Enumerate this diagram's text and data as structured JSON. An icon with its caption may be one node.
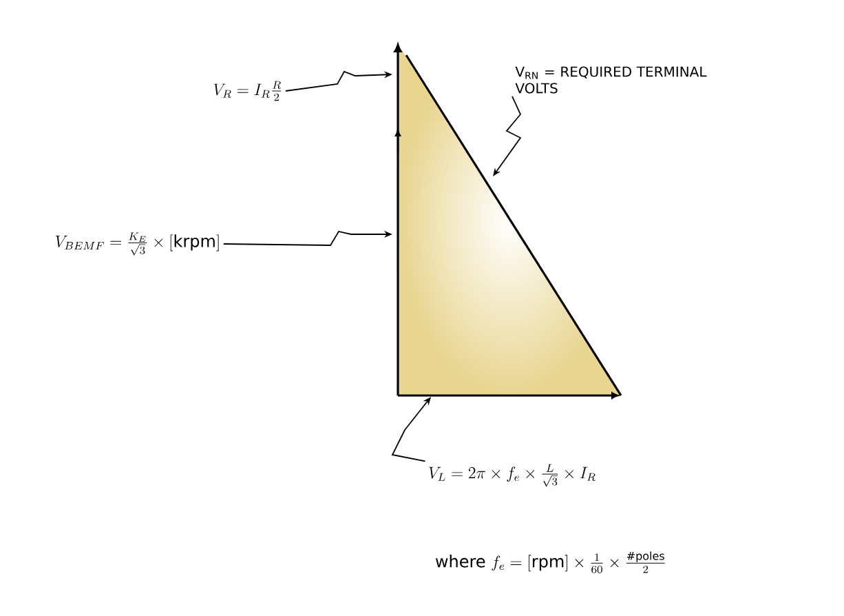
{
  "diagram": {
    "nodes": [
      {
        "text": [
          "V_R = I_R \\frac{R}{2}"
        ]
      },
      {
        "text": [
          "V$_{RN}$ = REQUIRED TERMINAL VOLTS"
        ]
      },
      {
        "text": [
          "V_{BEMF} = \\frac{K_E}{\\sqrt{3}} \\times [\\mathrm{krpm}]"
        ]
      },
      {
        "text": [
          "V_L = 2\\pi \\times f_e \\times \\frac{L}{\\sqrt{3}} \\times I_R"
        ]
      }
    ],
    "edges": [
      {
        "from": 0,
        "to": null,
        "arrow": "to"
      },
      {
        "from": 1,
        "to": null,
        "arrow": "to"
      },
      {
        "from": 2,
        "to": null,
        "arrow": "to"
      },
      {
        "from": 3,
        "to": null,
        "arrow": "to"
      }
    ],
    "labels": [
      "\\text{where } f_e = [\\mathrm{rpm}] \\times \\frac{1}{60} \\times \\frac{\\#\\mathrm{poles}}{2}"
    ]
  }
}
